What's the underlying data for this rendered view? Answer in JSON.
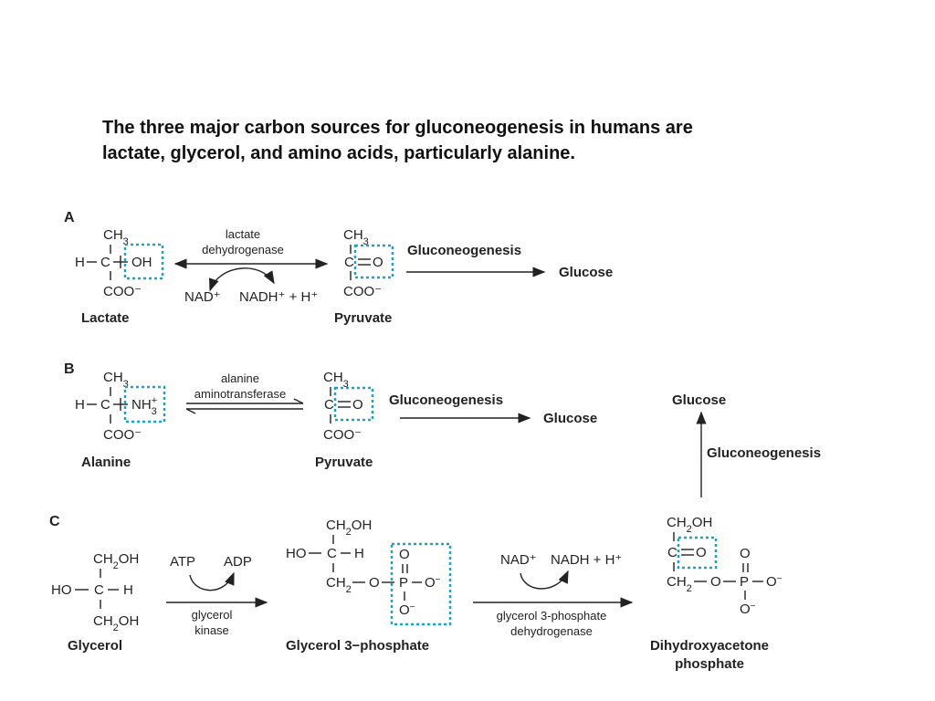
{
  "caption": {
    "line1": "The three major carbon sources for gluconeogenesis in humans are",
    "line2": "lactate, glycerol, and amino acids, particularly alanine."
  },
  "panelA": {
    "label": "A",
    "lactate": {
      "ch3": "CH3",
      "h": "H",
      "c": "C",
      "oh": "OH",
      "coo": "COO⁻",
      "name": "Lactate"
    },
    "enzyme": [
      "lactate",
      "dehydrogenase"
    ],
    "nad": "NAD⁺",
    "nadh": "NADH⁺ + H⁺",
    "pyruvate": {
      "ch3": "CH3",
      "c": "C",
      "o": "O",
      "coo": "COO⁻",
      "name": "Pyruvate"
    },
    "process": "Gluconeogenesis",
    "product": "Glucose"
  },
  "panelB": {
    "label": "B",
    "alanine": {
      "ch3": "CH3",
      "h": "H",
      "c": "C",
      "nh3": "NH3⁺",
      "coo": "COO⁻",
      "name": "Alanine"
    },
    "enzyme": [
      "alanine",
      "aminotransferase"
    ],
    "pyruvate": {
      "ch3": "CH3",
      "c": "C",
      "o": "O",
      "coo": "COO⁻",
      "name": "Pyruvate"
    },
    "process": "Gluconeogenesis",
    "product": "Glucose"
  },
  "panelC": {
    "label": "C",
    "glycerol": {
      "top": "CH2OH",
      "ho": "HO",
      "c": "C",
      "h": "H",
      "bottom": "CH2OH",
      "name": "Glycerol"
    },
    "atp": "ATP",
    "adp": "ADP",
    "enzyme1": [
      "glycerol",
      "kinase"
    ],
    "g3p": {
      "top": "CH2OH",
      "ho": "HO",
      "c": "C",
      "h": "H",
      "ch2": "CH2",
      "o": "O",
      "p": "P",
      "name": "Glycerol 3−phosphate"
    },
    "nad": "NAD⁺",
    "nadh": "NADH  +  H⁺",
    "enzyme2": [
      "glycerol 3-phosphate",
      "dehydrogenase"
    ],
    "dhap": {
      "top": "CH2OH",
      "c": "C",
      "o": "O",
      "ch2": "CH2",
      "p": "P",
      "name": [
        "Dihydroxyacetone",
        "phosphate"
      ]
    },
    "process": "Gluconeogenesis",
    "product": "Glucose"
  }
}
